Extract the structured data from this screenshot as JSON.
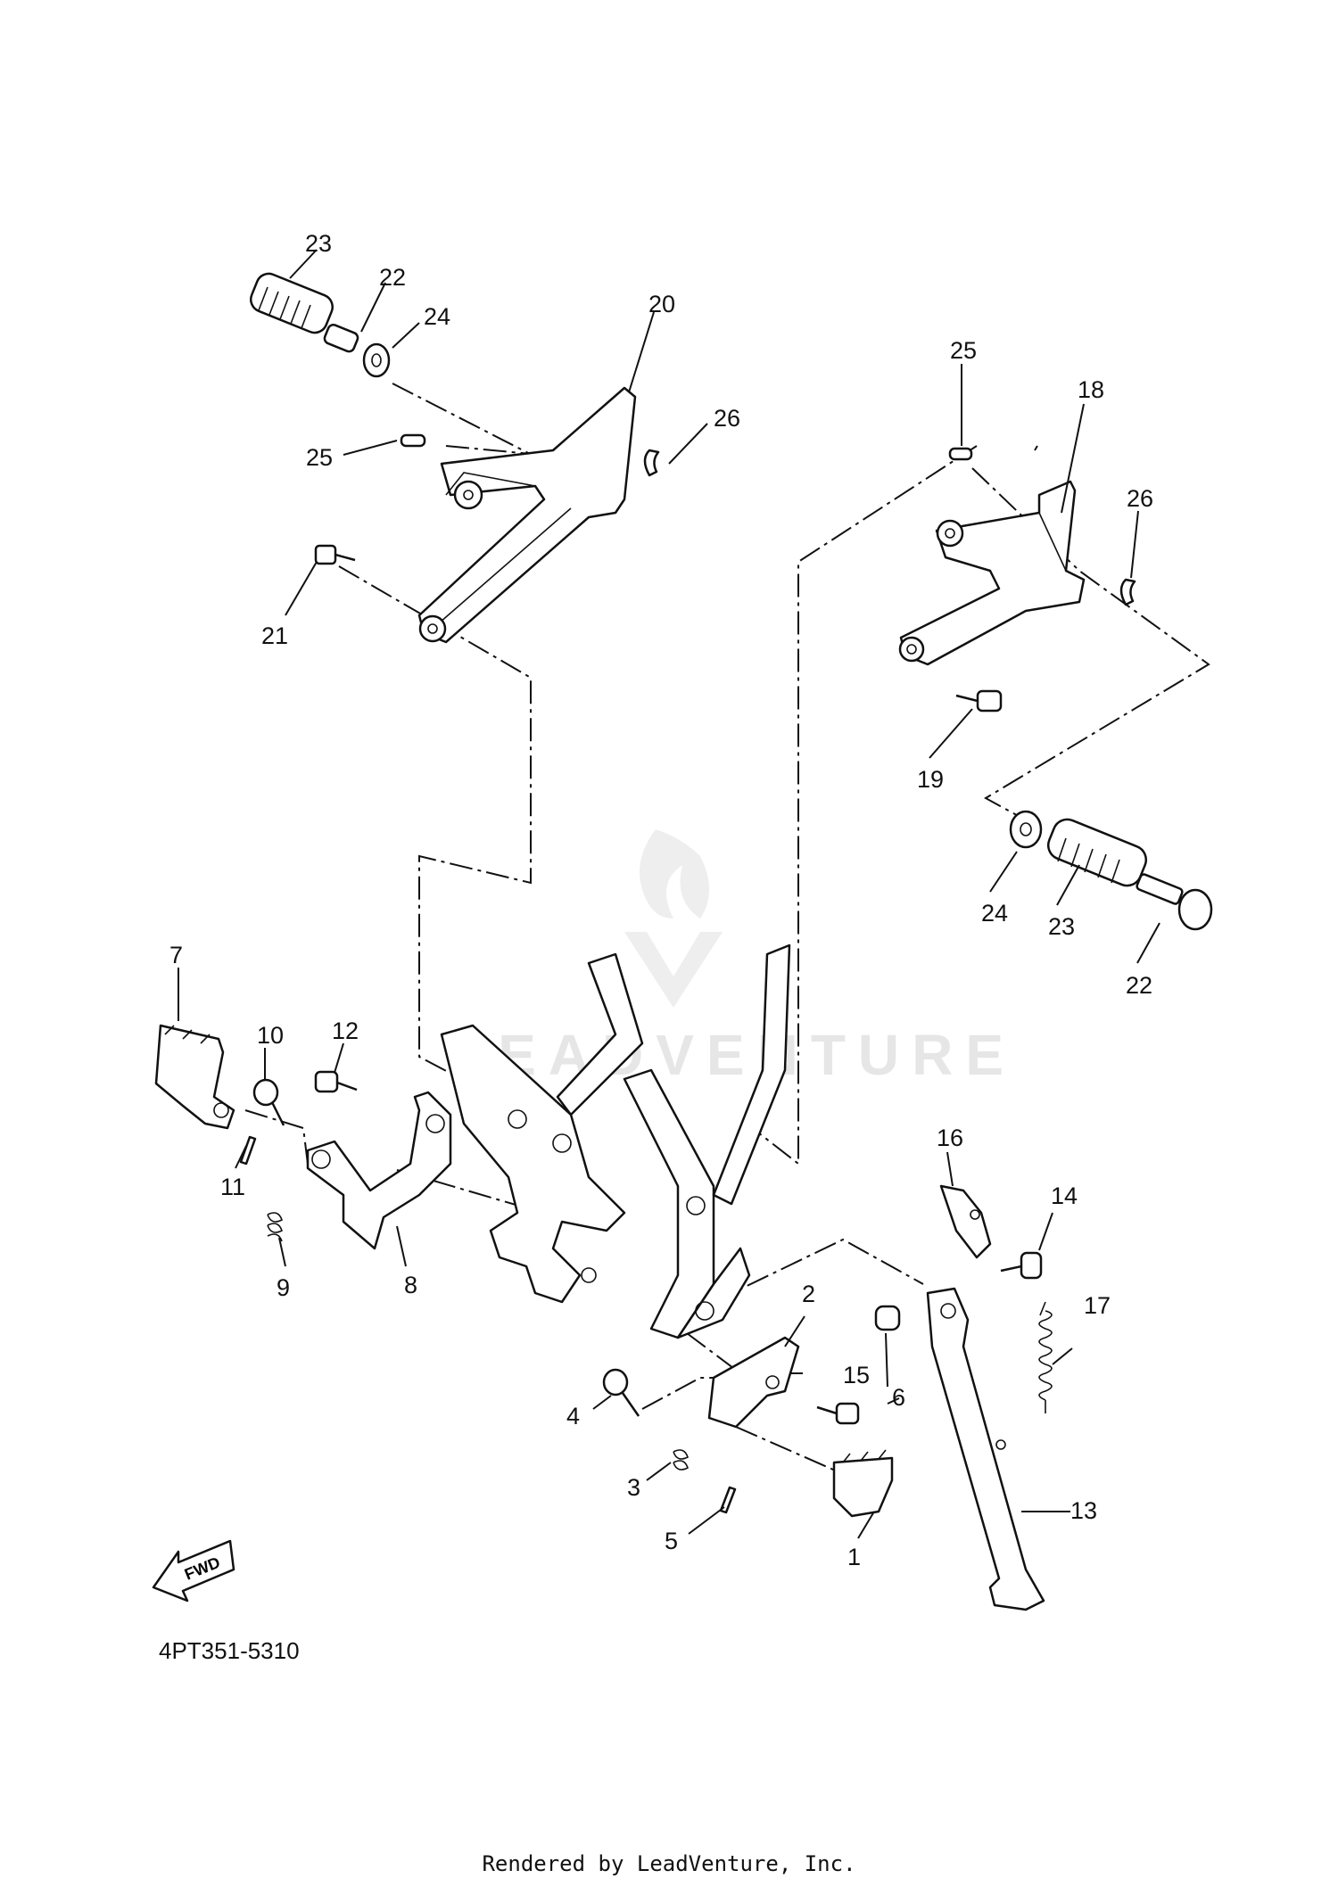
{
  "diagram": {
    "code": "4PT351-5310",
    "credit": "Rendered by LeadVenture, Inc.",
    "watermark": "LEADVENTURE",
    "fwd_arrow_label": "FWD",
    "callouts": [
      "1",
      "2",
      "3",
      "4",
      "5",
      "6",
      "7",
      "8",
      "9",
      "10",
      "11",
      "12",
      "13",
      "14",
      "15",
      "16",
      "17",
      "18",
      "19",
      "20",
      "21",
      "22",
      "22",
      "23",
      "23",
      "24",
      "24",
      "25",
      "25",
      "26",
      "26"
    ]
  }
}
